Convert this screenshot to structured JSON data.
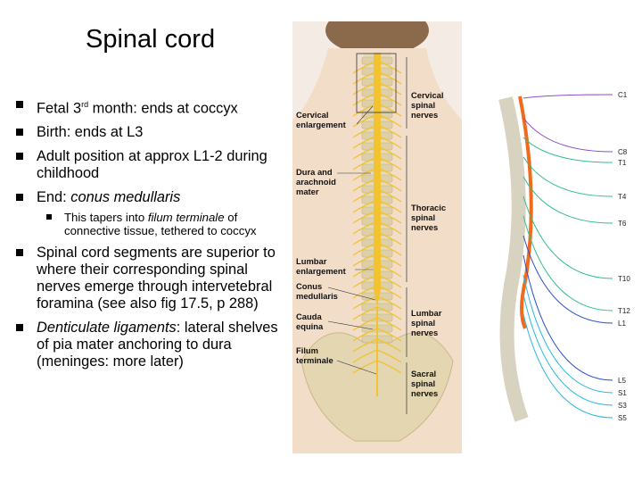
{
  "title": "Spinal cord",
  "bullets": {
    "b1_pre": "Fetal 3",
    "b1_sup": "rd",
    "b1_post": " month: ends at coccyx",
    "b2": "Birth: ends at L3",
    "b3": "Adult position at approx  L1-2 during childhood",
    "b4_pre": "End: ",
    "b4_em": "conus medullaris",
    "b4_sub_pre": "This tapers into ",
    "b4_sub_em": "filum terminale",
    "b4_sub_post": " of connective tissue, tethered to coccyx",
    "b5": "Spinal cord segments are superior to where their corresponding spinal nerves emerge through intervetebral foramina (see also fig 17.5, p 288)",
    "b6_em": "Denticulate ligaments",
    "b6_post": ": lateral shelves of pia mater anchoring to dura (meninges: more later)"
  },
  "figure_left": {
    "labels": {
      "cervical_enlargement": [
        "Cervical",
        "enlargement"
      ],
      "dura_arachnoid": [
        "Dura and",
        "arachnoid",
        "mater"
      ],
      "lumbar_enlargement": [
        "Lumbar",
        "enlargement"
      ],
      "conus_medullaris": [
        "Conus",
        "medullaris"
      ],
      "cauda_equina": [
        "Cauda",
        "equina"
      ],
      "filum_terminale": [
        "Filum",
        "terminale"
      ],
      "cervical_nerves": [
        "Cervical",
        "spinal",
        "nerves"
      ],
      "thoracic_nerves": [
        "Thoracic",
        "spinal",
        "nerves"
      ],
      "lumbar_nerves": [
        "Lumbar",
        "spinal",
        "nerves"
      ],
      "sacral_nerves": [
        "Sacral",
        "spinal",
        "nerves"
      ]
    }
  },
  "figure_right": {
    "segments": [
      "C1",
      "C8",
      "T1",
      "T4",
      "T6",
      "T10",
      "T12",
      "L1",
      "L5",
      "S1",
      "S3",
      "S5"
    ]
  },
  "colors": {
    "cord": "#f2c230",
    "bone": "#e8dcb8",
    "orange_cord": "#f26a1b",
    "purple": "#8a4fc4",
    "green": "#2fbf8a",
    "blue": "#2a4fd0",
    "cyan": "#29b8e0"
  }
}
